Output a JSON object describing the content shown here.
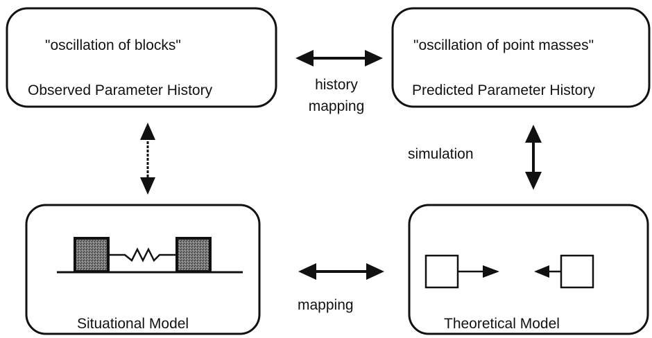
{
  "boxes": {
    "observed": {
      "quote": "\"oscillation of blocks\"",
      "label": "Observed Parameter History"
    },
    "predicted": {
      "quote": "\"oscillation of point masses\"",
      "label": "Predicted Parameter History"
    },
    "situational": {
      "label": "Situational Model"
    },
    "theoretical": {
      "label": "Theoretical Model"
    }
  },
  "connections": {
    "history_mapping": {
      "line1": "history",
      "line2": "mapping"
    },
    "simulation": {
      "label": "simulation"
    },
    "mapping": {
      "label": "mapping"
    }
  }
}
